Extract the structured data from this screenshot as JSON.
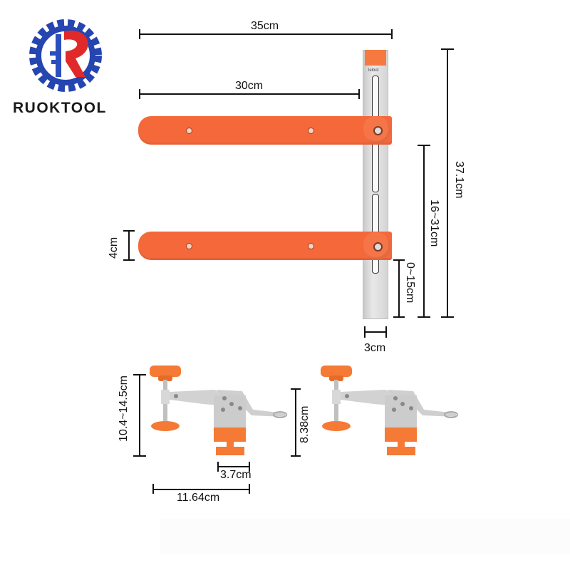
{
  "brand": {
    "name": "RUOKTOOL",
    "logo_icon": "gear-r-logo-icon",
    "colors": {
      "gear_blue": "#1f3fa8",
      "r_red": "#e02a2a"
    }
  },
  "product": {
    "type": "cabinet installation jig with toggle clamps",
    "accent_color": "#f4683a",
    "ruler_brand_mark": "leibot"
  },
  "dimensions": {
    "jig": {
      "overall_width": "35cm",
      "arm_length": "30cm",
      "overall_height": "37.1cm",
      "arm_spacing_range": "16~31cm",
      "lower_offset_range": "0~15cm",
      "arm_width": "4cm",
      "ruler_width": "3cm"
    },
    "clamp": {
      "height_range": "10.4~14.5cm",
      "body_height": "8.38cm",
      "foot_width": "3.7cm",
      "overall_length": "11.64cm"
    }
  }
}
